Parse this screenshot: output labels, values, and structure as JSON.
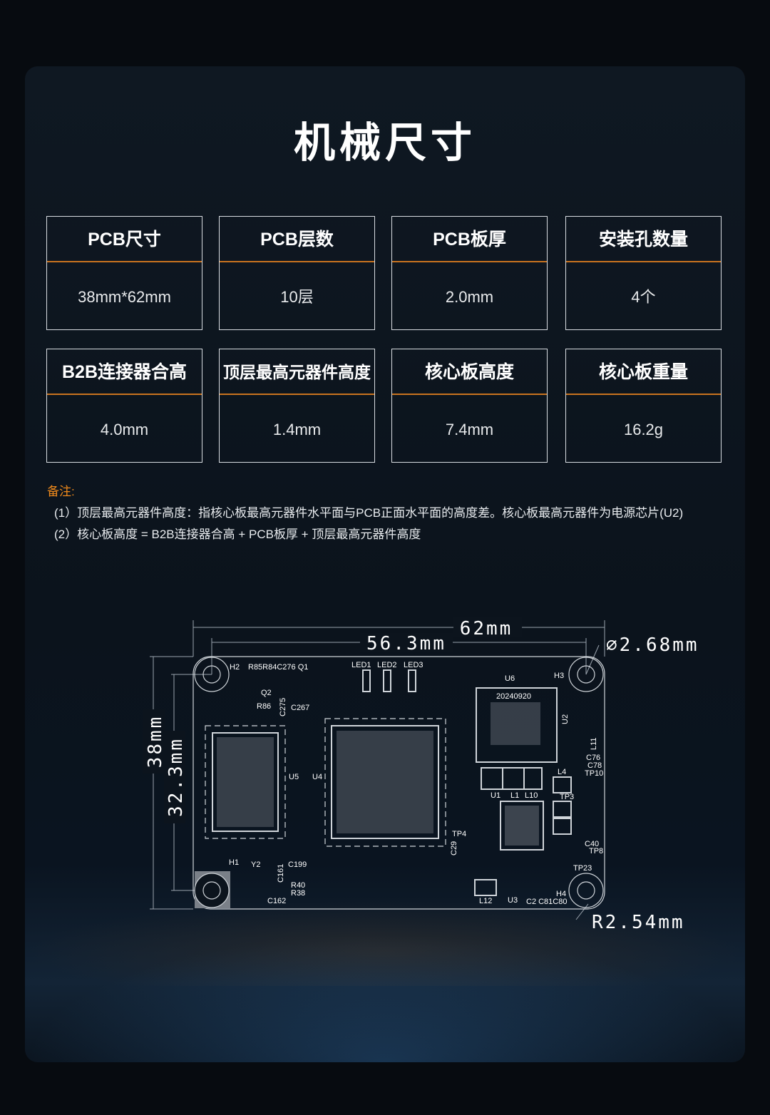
{
  "title": "机械尺寸",
  "specs": [
    {
      "label": "PCB尺寸",
      "value": "38mm*62mm"
    },
    {
      "label": "PCB层数",
      "value": "10层"
    },
    {
      "label": "PCB板厚",
      "value": "2.0mm"
    },
    {
      "label": "安装孔数量",
      "value": "4个"
    },
    {
      "label": "B2B连接器合高",
      "value": "4.0mm"
    },
    {
      "label": "顶层最高元器件高度",
      "value": "1.4mm"
    },
    {
      "label": "核心板高度",
      "value": "7.4mm"
    },
    {
      "label": "核心板重量",
      "value": "16.2g"
    }
  ],
  "notes": {
    "title": "备注:",
    "items": [
      "(1）顶层最高元器件高度：指核心板最高元器件水平面与PCB正面水平面的高度差。核心板最高元器件为电源芯片(U2)",
      "(2）核心板高度 = B2B连接器合高 + PCB板厚 + 顶层最高元器件高度"
    ]
  },
  "drawing": {
    "dimensions": {
      "width": "62mm",
      "hole_pitch_x": "56.3mm",
      "hole_diameter": "∅2.68mm",
      "height": "38mm",
      "hole_pitch_y": "32.3mm",
      "corner_radius": "R2.54mm"
    },
    "silkscreen": {
      "h1": "H1",
      "h2": "H2",
      "h3": "H3",
      "h4": "H4",
      "u1": "U1",
      "u2": "U2",
      "u3": "U3",
      "u4": "U4",
      "u5": "U5",
      "u6": "U6",
      "led1": "LED1",
      "led2": "LED2",
      "led3": "LED3",
      "date_code": "20240920",
      "top_left_parts": "R85R84C276 Q1",
      "q2": "Q2",
      "r86": "R86",
      "c267": "C267",
      "c275": "C275",
      "y2": "Y2",
      "c199": "C199",
      "c161": "C161",
      "r40": "R40",
      "r38": "R38",
      "c162": "C162",
      "l12": "L12",
      "bottom_caps": "C2 C81C80",
      "l1": "L1",
      "l10": "L10",
      "l4": "L4",
      "tp3": "TP3",
      "tp4": "TP4",
      "tp8": "TP8",
      "tp23": "TP23",
      "c76": "C76",
      "c78": "C78",
      "tp10": "TP10",
      "c40": "C40",
      "c29": "C29",
      "l11": "L11"
    }
  }
}
